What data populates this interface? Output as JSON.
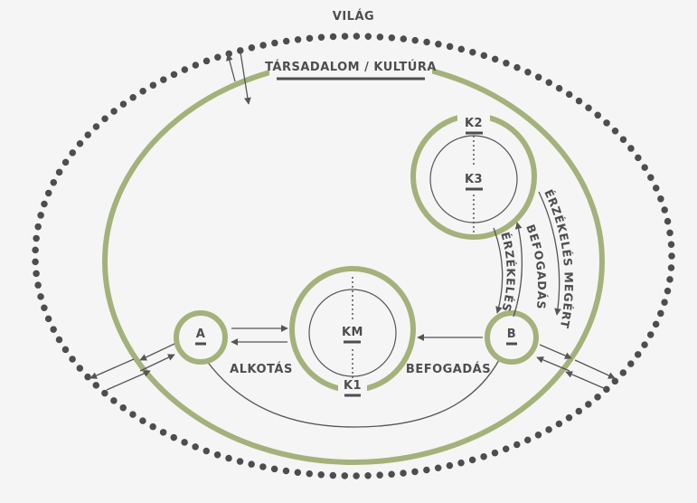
{
  "labels": {
    "world": "VILÁG",
    "society": "TÁRSADALOM / KULTÚRA",
    "node_a": "A",
    "node_b": "B",
    "node_km": "KM",
    "node_k1": "K1",
    "node_k2": "K2",
    "node_k3": "K3",
    "creation": "ALKOTÁS",
    "reception": "BEFOGADÁS",
    "arc_perception_outer": "ÉRZÉKELÉS MEGÉRTÉS",
    "arc_reception_middle": "BEFOGADÁS",
    "arc_perception_inner": "ÉRZÉKELÉS"
  },
  "colors": {
    "background": "#f5f5f5",
    "green": "#a3b27a",
    "dark": "#4d4d4f",
    "line": "#555555"
  }
}
